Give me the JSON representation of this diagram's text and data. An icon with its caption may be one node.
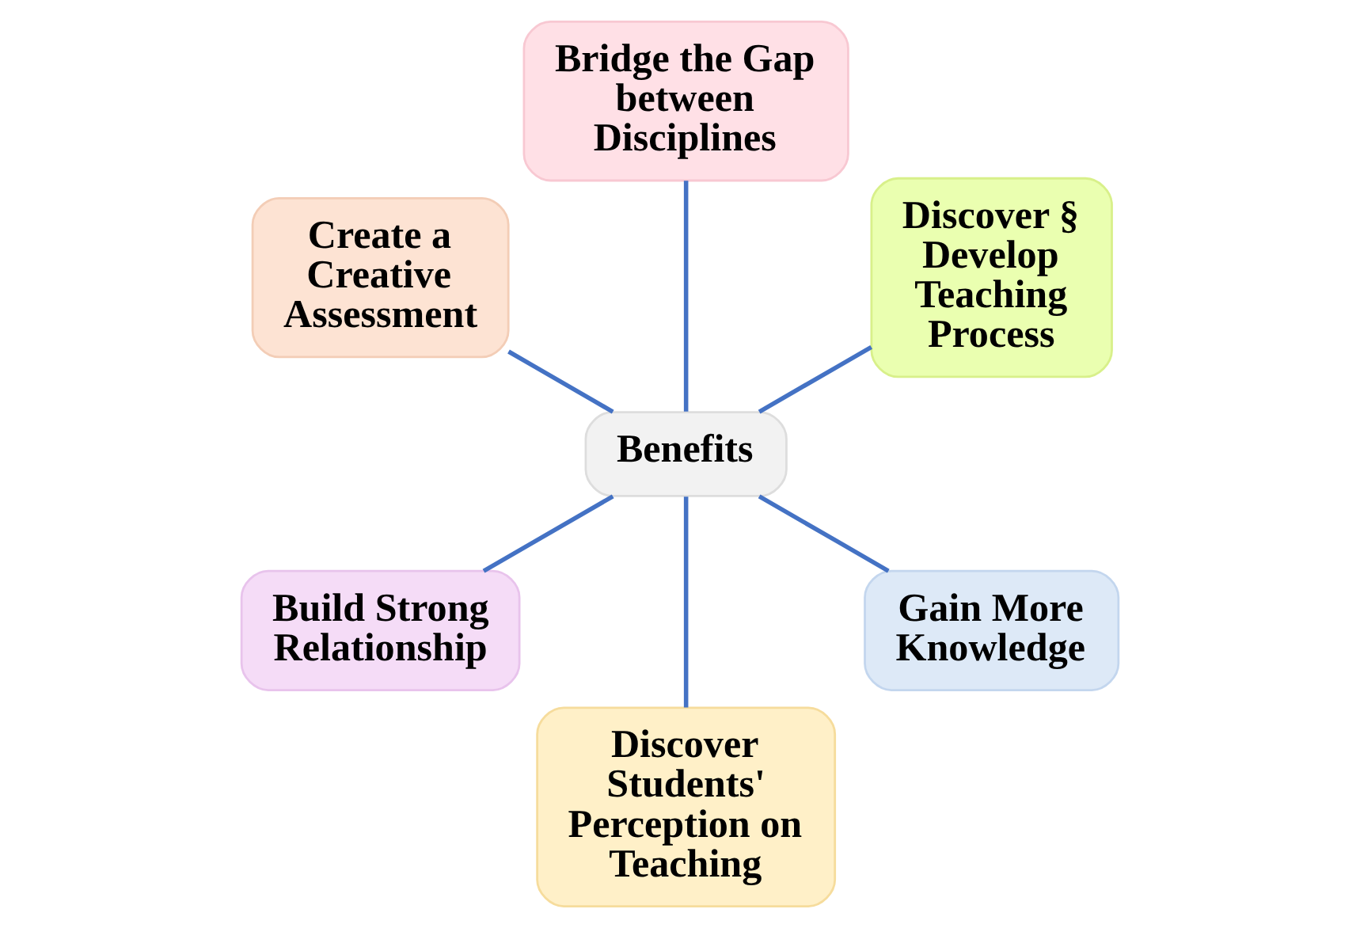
{
  "diagram": {
    "nodes": [
      {
        "text": [
          "Discover § Develop Teaching Process"
        ]
      },
      {
        "text": [
          "Bridge the Gap between Disciplines"
        ]
      },
      {
        "text": [
          "Create a Creative Assessment"
        ]
      },
      {
        "text": [
          "Benefits"
        ]
      },
      {
        "text": [
          "Build Strong Relationship"
        ]
      },
      {
        "text": [
          "Discover Students' Perception on Teaching"
        ]
      },
      {
        "text": [
          "Gain More Knowledge"
        ]
      }
    ],
    "edges": [
      {
        "from": 3,
        "to": 0,
        "arrow": "none"
      },
      {
        "from": 3,
        "to": 1,
        "arrow": "none"
      },
      {
        "from": 3,
        "to": 2,
        "arrow": "none"
      },
      {
        "from": 3,
        "to": 4,
        "arrow": "none"
      },
      {
        "from": 3,
        "to": 5,
        "arrow": "none"
      },
      {
        "from": 3,
        "to": 6,
        "arrow": "none"
      }
    ]
  }
}
